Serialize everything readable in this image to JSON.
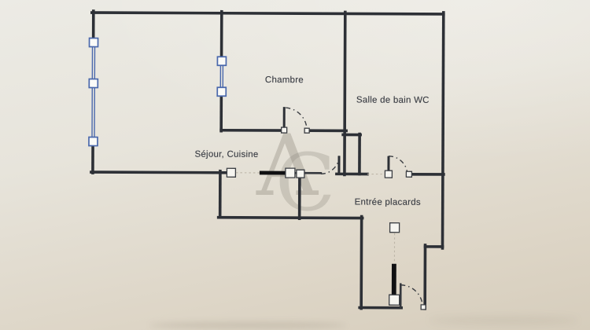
{
  "plan": {
    "rooms": [
      {
        "id": "chambre",
        "label": "Chambre"
      },
      {
        "id": "salle-de-bain-wc",
        "label": "Salle de bain WC"
      },
      {
        "id": "sejour-cuisine",
        "label": "Séjour, Cuisine"
      },
      {
        "id": "entree-placards",
        "label": "Entrée placards"
      }
    ],
    "watermark": {
      "letter_a": "A",
      "letter_c": "C"
    },
    "colors": {
      "wall": "#2d3036",
      "window_accent": "#4a68ac",
      "paper_top": "#ecebe5",
      "paper_bottom": "#d6cdbc",
      "label_text": "#3a3d44",
      "watermark": "#868176",
      "door_panel": "#101012",
      "light_dash": "#bcb5a7"
    }
  }
}
